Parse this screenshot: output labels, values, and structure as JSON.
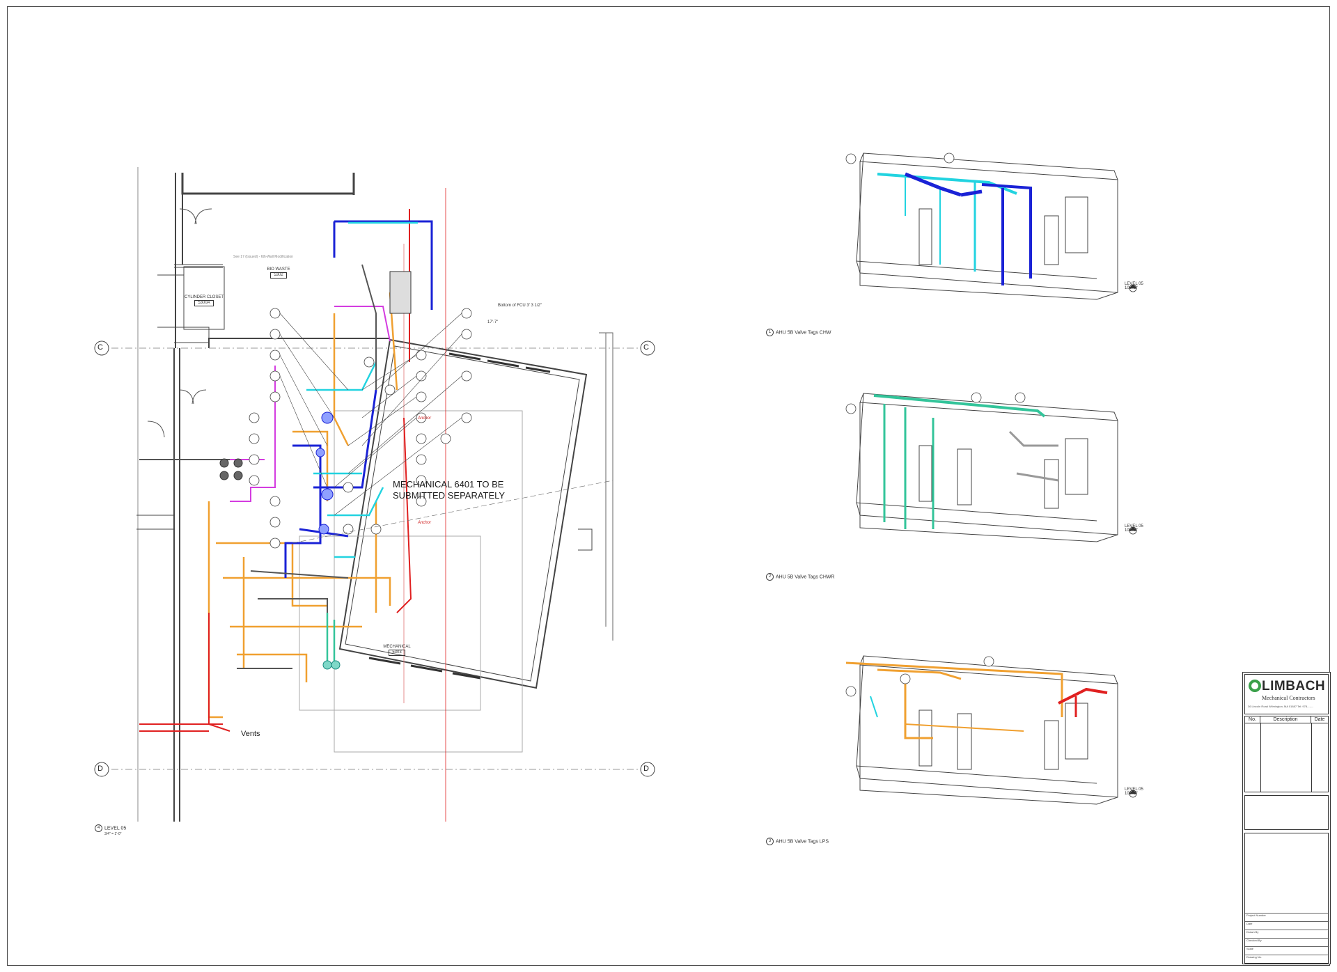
{
  "sheet": {
    "grid_bubbles": {
      "c": "C",
      "d": "D"
    },
    "plan": {
      "note": [
        "MECHANICAL 6401 TO BE",
        "SUBMITTED SEPARATELY"
      ],
      "vents_label": "Vents",
      "bottom_note": "Bottom of FCU 3' 3 1/2\"",
      "dimension_top": "17'-7\"",
      "anchor_labels": [
        "Anchor",
        "Anchor"
      ],
      "rooms": [
        {
          "name": "CYLINDER CLOSET",
          "number": "5300A"
        },
        {
          "name": "BIO WASTE",
          "number": "5302"
        },
        {
          "name": "MECHANICAL",
          "number": "5303"
        }
      ],
      "dashed_note": "See 17 (Issued) - 6th-Wall Modification",
      "view_title": {
        "number": "4",
        "name": "LEVEL 05",
        "scale": "3/4\" = 1'-0\""
      }
    },
    "iso_views": [
      {
        "number": "1",
        "caption": "AHU 5B Valve Tags CHW",
        "level": "LEVEL 05",
        "level_elev": "100'-0\""
      },
      {
        "number": "2",
        "caption": "AHU 5B Valve Tags CHWR",
        "level": "LEVEL 05",
        "level_elev": "100'-0\""
      },
      {
        "number": "3",
        "caption": "AHU 5B Valve Tags LPS",
        "level": "LEVEL 05",
        "level_elev": "100'-0\""
      }
    ]
  },
  "title_block": {
    "company": "LIMBACH",
    "subtitle": "Mechanical Contractors",
    "address": "36 Lincoln Road    Wilmington, MA  01887    Tel: 978-...-...",
    "rev_headers": [
      "No.",
      "Description",
      "Date"
    ],
    "fields": [
      "Project Number",
      "Date",
      "Drawn By",
      "Checked By",
      "Scale",
      "Drawing No."
    ]
  },
  "colors": {
    "frame": "#444444",
    "chw": "#1a22d6",
    "chw_light": "#22d3e0",
    "chwr": "#33c49a",
    "lps": "#f0a030",
    "steam_red": "#e02020",
    "magenta": "#d43ce0",
    "brand_green": "#3aa04a"
  }
}
